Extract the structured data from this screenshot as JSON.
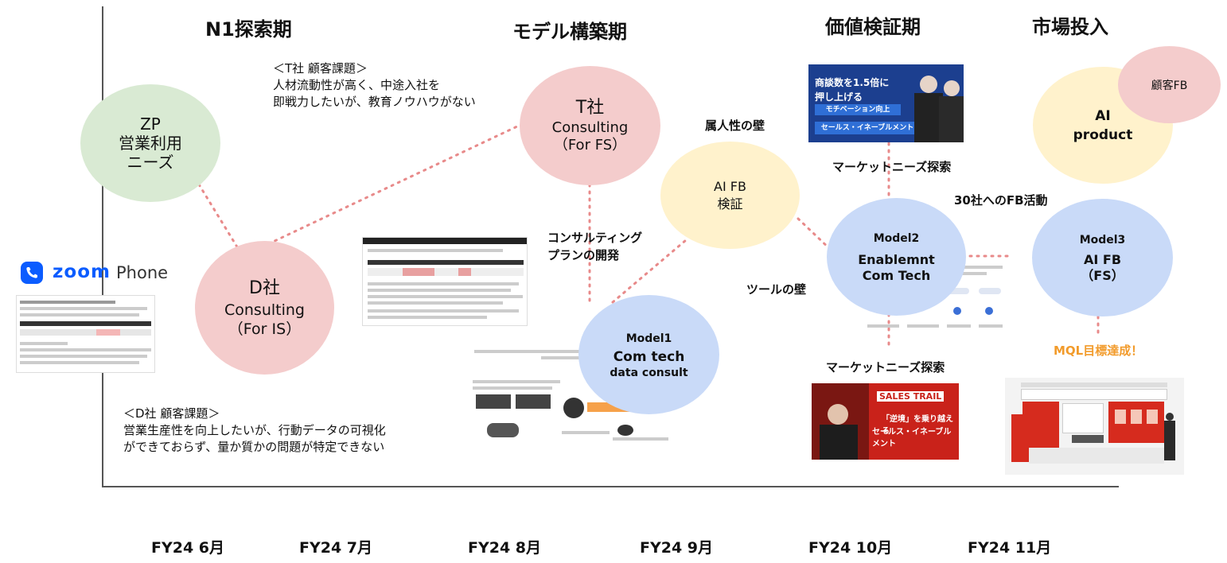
{
  "phases": [
    "N1探索期",
    "モデル構築期",
    "価値検証期",
    "市場投入"
  ],
  "months": [
    "FY24 6月",
    "FY24 7月",
    "FY24 8月",
    "FY24 9月",
    "FY24 10月",
    "FY24 11月"
  ],
  "circles": {
    "zp": [
      "ZP",
      "営業利用",
      "ニーズ"
    ],
    "d": [
      "D社",
      "Consulting",
      "（For IS）"
    ],
    "t": [
      "T社",
      "Consulting",
      "（For FS）"
    ],
    "aifb": [
      "AI FB",
      "検証"
    ],
    "model1": [
      "Model1",
      "Com tech",
      "data consult"
    ],
    "model2": [
      "Model2",
      "Enablemnt",
      "Com Tech"
    ],
    "model3": [
      "Model3",
      "AI FB",
      "（FS）"
    ],
    "aiproduct": [
      "AI",
      "product"
    ],
    "customer_fb": "顧客FB"
  },
  "notes": {
    "t_issue": [
      "＜T社 顧客課題＞",
      "人材流動性が高く、中途入社を",
      "即戦力したいが、教育ノウハウがない"
    ],
    "d_issue": [
      "＜D社 顧客課題＞",
      "営業生産性を向上したいが、行動データの可視化",
      "ができておらず、量か質かの問題が特定できない"
    ]
  },
  "labels": {
    "consulting_plan": [
      "コンサルティング",
      "プランの開発"
    ],
    "zokujin": "属人性の壁",
    "tool": "ツールの壁",
    "market_needs_1": "マーケットニーズ探索",
    "market_needs_2": "マーケットニーズ探索",
    "fb_activity": "30社へのFB活動",
    "mql": "MQL目標達成！"
  },
  "logo": {
    "brand": "zoom",
    "product": "Phone"
  },
  "banners": {
    "top": [
      "商談数を1.5倍に",
      "押し上げる",
      "モチベーション向上",
      "セールス・イネーブルメント"
    ],
    "bottom": [
      "SALES TRAIL",
      "「逆境」を乗り越える",
      "セールス・イネーブルメント"
    ]
  },
  "colors": {
    "green": "#d9ead3",
    "pink": "#f4cccc",
    "yellow": "#fff2cc",
    "blue": "#c9daf8",
    "dots": "#e88a8a",
    "mql": "#f29b2b",
    "banner_navy": "#1c3f8f",
    "banner_red": "#d62b1e"
  }
}
